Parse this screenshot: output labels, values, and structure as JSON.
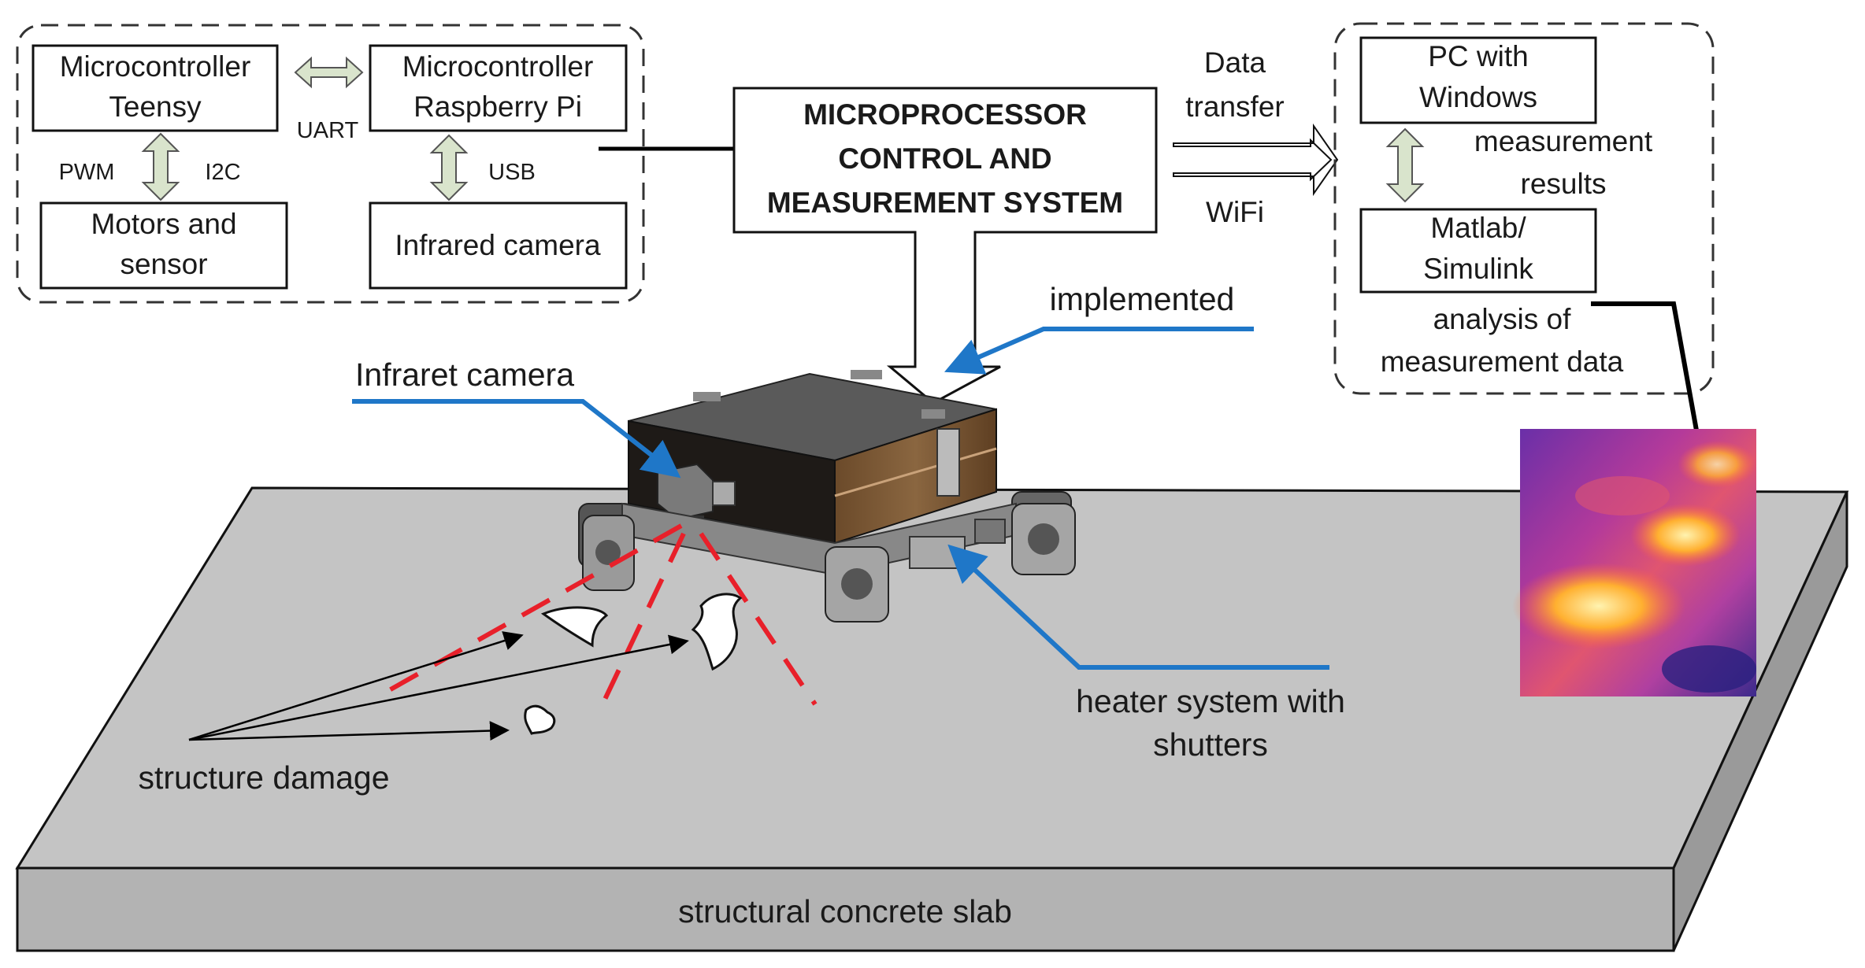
{
  "left_group": {
    "teensy": [
      "Microcontroller",
      "Teensy"
    ],
    "raspberry": [
      "Microcontroller",
      "Raspberry Pi"
    ],
    "motors": [
      "Motors and",
      "sensor"
    ],
    "ir_camera_box": "Infrared camera",
    "uart": "UART",
    "pwm": "PWM",
    "i2c": "I2C",
    "usb": "USB"
  },
  "center_box": [
    "MICROPROCESSOR",
    "CONTROL AND",
    "MEASUREMENT SYSTEM"
  ],
  "transfer": {
    "line1": "Data",
    "line2": "transfer",
    "wifi": "WiFi"
  },
  "right_group": {
    "pc": [
      "PC with",
      "Windows"
    ],
    "results": [
      "measurement",
      "results"
    ],
    "matlab": [
      "Matlab/",
      "Simulink"
    ],
    "analysis": [
      "analysis of",
      "measurement data"
    ]
  },
  "annotations": {
    "implemented": "implemented",
    "infrared_camera": "Infraret camera",
    "heater": [
      "heater system with",
      "shutters"
    ],
    "damage": "structure damage",
    "slab": "structural concrete slab"
  },
  "colors": {
    "slab_top": "#c4c4c4",
    "slab_front": "#b3b3b3",
    "callout_blue": "#1f77c8",
    "laser_red": "#e8202a",
    "exchange_arrow": "#d9e4cc"
  }
}
